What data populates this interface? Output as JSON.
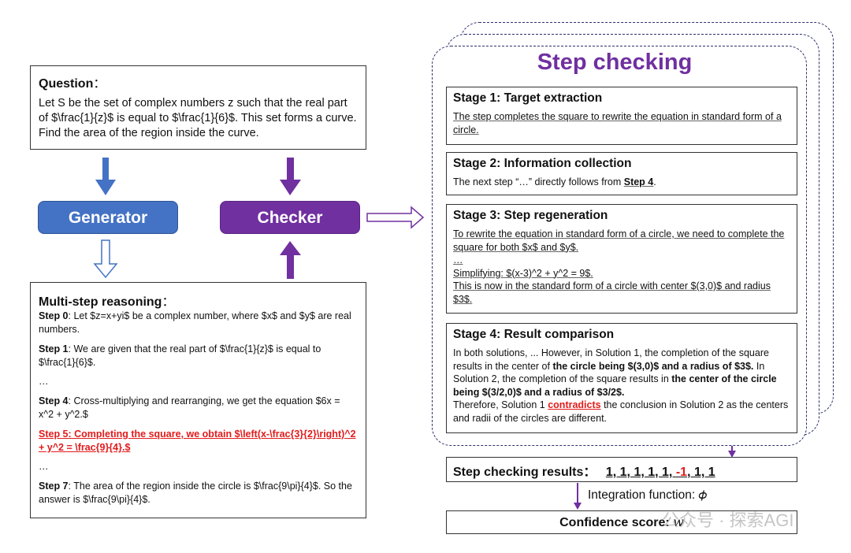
{
  "question": {
    "header": "Question",
    "colon": "：",
    "text": "Let S be the set of complex numbers z such that the real part of $\\frac{1}{z}$ is equal to $\\frac{1}{6}$. This set forms a curve. Find the area of the region inside the curve."
  },
  "generator": {
    "label": "Generator"
  },
  "checker": {
    "label": "Checker"
  },
  "reasoning": {
    "header": "Multi-step reasoning",
    "colon": "：",
    "steps": [
      {
        "label": "Step 0",
        "text": ": Let $z=x+yi$ be a complex number, where $x$ and $y$ are real numbers."
      },
      {
        "label": "Step 1",
        "text": ": We are given that the real part of $\\frac{1}{z}$ is equal to $\\frac{1}{6}$."
      },
      {
        "label": "…",
        "text": ""
      },
      {
        "label": "Step 4",
        "text": ": Cross-multiplying and rearranging, we get the equation $6x = x^2 + y^2.$"
      },
      {
        "label": "Step 5: Completing the square, we obtain $\\left(x-\\frac{3}{2}\\right)^2 + y^2 = \\frac{9}{4}.$",
        "text": ""
      },
      {
        "label": "…",
        "text": ""
      },
      {
        "label": "Step 7",
        "text": ": The area of the region inside the circle is $\\frac{9\\pi}{4}$. So the answer is $\\frac{9\\pi}{4}$."
      }
    ]
  },
  "step_checking": {
    "title": "Step checking",
    "stage1": {
      "header": "Stage 1: Target extraction",
      "text": "The step completes the square to rewrite the equation in standard form of a circle."
    },
    "stage2": {
      "header": "Stage 2: Information collection",
      "text_pre": "The next step “…” directly follows from ",
      "text_ref": "Step 4",
      "text_post": "."
    },
    "stage3": {
      "header": "Stage 3: Step regeneration",
      "line1": "To rewrite the equation in standard form of a circle, we need to complete the square for both $x$ and $y$.",
      "line2": "…",
      "line3": "Simplifying: $(x-3)^2 + y^2 = 9$.",
      "line4": "This is now in the standard form of a circle with center $(3,0)$ and radius $3$."
    },
    "stage4": {
      "header": "Stage 4: Result comparison",
      "t1": "In both solutions, ... However, in Solution 1, the completion of the square results in the center of ",
      "b1": "the circle being $(3,0)$ and a radius of $3$.",
      "t2": " In Solution 2, the completion of the square results in ",
      "b2": "the center of the circle being $(3/2,0)$ and a radius of $3/2$.",
      "t3": "Therefore, Solution 1 ",
      "r1": "contradicts",
      "t4": " the conclusion in Solution 2 as the centers and radii of the circles are different."
    }
  },
  "results": {
    "label": "Step checking results",
    "colon": "：",
    "pre": "1, 1, 1, 1, 1, ",
    "neg": "-1",
    "post": ", 1, 1"
  },
  "integration": {
    "label": "Integration function: 𝜙"
  },
  "confidence": {
    "label": "Confidence score: ",
    "symbol": "𝑤"
  },
  "watermark": {
    "text": "公众号 · 探索AGI"
  },
  "colors": {
    "generator": "#4472c4",
    "checker": "#7030a0",
    "title": "#7030a0",
    "error": "#e21b1b"
  }
}
